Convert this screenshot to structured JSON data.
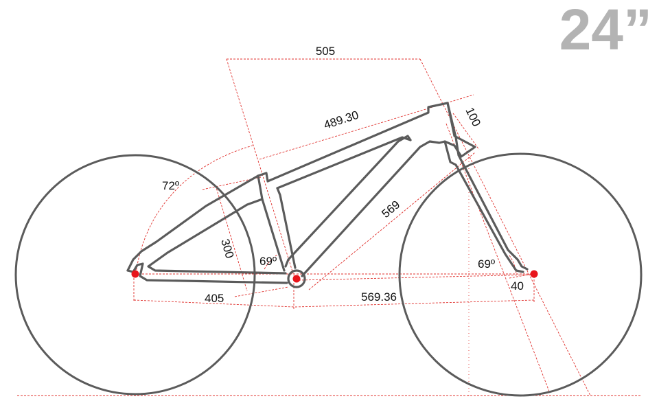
{
  "badge": {
    "wheel_size": "24”"
  },
  "dimensions": {
    "reach_stack_top": "505",
    "top_tube": "489.30",
    "head_tube": "100",
    "seat_angle": "72º",
    "seat_tube": "300",
    "seat_tube_angle_inner": "69º",
    "front_center": "569",
    "head_angle": "69º",
    "chainstay": "405",
    "wheelbase_front": "569.36",
    "fork_offset": "40"
  },
  "colors": {
    "frame": "#5b5b5b",
    "dimension_lines": "#e0312d",
    "axle_dots": "#e8141b",
    "badge": "#b3b3b3"
  }
}
